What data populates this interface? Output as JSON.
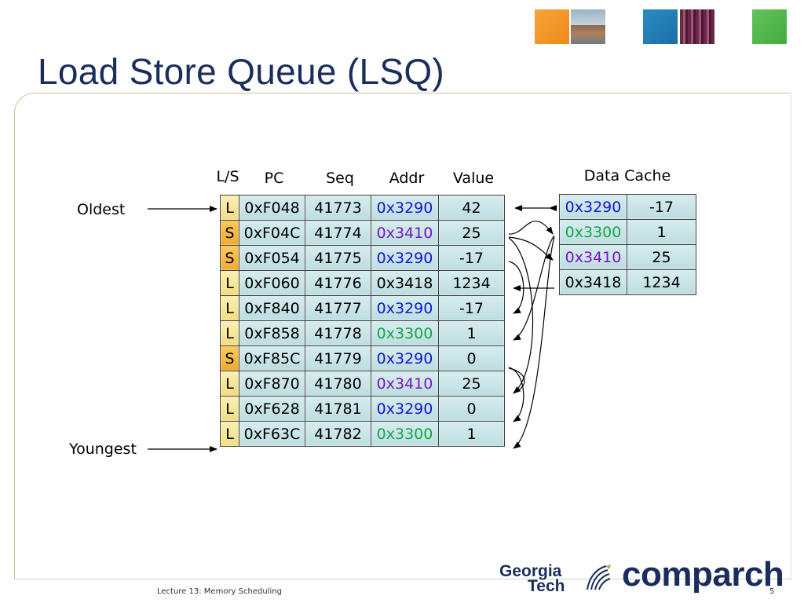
{
  "slide": {
    "title": "Load Store Queue (LSQ)",
    "footer_text": "Lecture 13: Memory Scheduling",
    "page_number": "5"
  },
  "logos": {
    "georgia": "Georgia",
    "tech": "Tech",
    "comparch": "comparch"
  },
  "lsq": {
    "headers": {
      "ls": "L/S",
      "pc": "PC",
      "seq": "Seq",
      "addr": "Addr",
      "value": "Value"
    },
    "oldest_label": "Oldest",
    "youngest_label": "Youngest",
    "rows": [
      {
        "ls": "L",
        "pc": "0xF048",
        "seq": "41773",
        "addr": "0x3290",
        "addr_color": "blue",
        "value": "42"
      },
      {
        "ls": "S",
        "pc": "0xF04C",
        "seq": "41774",
        "addr": "0x3410",
        "addr_color": "purple",
        "value": "25"
      },
      {
        "ls": "S",
        "pc": "0xF054",
        "seq": "41775",
        "addr": "0x3290",
        "addr_color": "blue",
        "value": "-17"
      },
      {
        "ls": "L",
        "pc": "0xF060",
        "seq": "41776",
        "addr": "0x3418",
        "addr_color": "black",
        "value": "1234"
      },
      {
        "ls": "L",
        "pc": "0xF840",
        "seq": "41777",
        "addr": "0x3290",
        "addr_color": "blue",
        "value": "-17"
      },
      {
        "ls": "L",
        "pc": "0xF858",
        "seq": "41778",
        "addr": "0x3300",
        "addr_color": "green",
        "value": "1"
      },
      {
        "ls": "S",
        "pc": "0xF85C",
        "seq": "41779",
        "addr": "0x3290",
        "addr_color": "blue",
        "value": "0"
      },
      {
        "ls": "L",
        "pc": "0xF870",
        "seq": "41780",
        "addr": "0x3410",
        "addr_color": "purple",
        "value": "25"
      },
      {
        "ls": "L",
        "pc": "0xF628",
        "seq": "41781",
        "addr": "0x3290",
        "addr_color": "blue",
        "value": "0"
      },
      {
        "ls": "L",
        "pc": "0xF63C",
        "seq": "41782",
        "addr": "0x3300",
        "addr_color": "green",
        "value": "1"
      }
    ]
  },
  "cache": {
    "title": "Data Cache",
    "rows": [
      {
        "addr": "0x3290",
        "addr_color": "blue",
        "value": "-17"
      },
      {
        "addr": "0x3300",
        "addr_color": "green",
        "value": "1"
      },
      {
        "addr": "0x3410",
        "addr_color": "purple",
        "value": "25"
      },
      {
        "addr": "0x3418",
        "addr_color": "black",
        "value": "1234"
      }
    ]
  },
  "colors": {
    "title": "#1a2d5c",
    "blue": "#1414d8",
    "green": "#13a84a",
    "purple": "#7a14c4",
    "cell": "#c9e4e6",
    "load": "#f5e494",
    "store": "#f4b43e"
  }
}
